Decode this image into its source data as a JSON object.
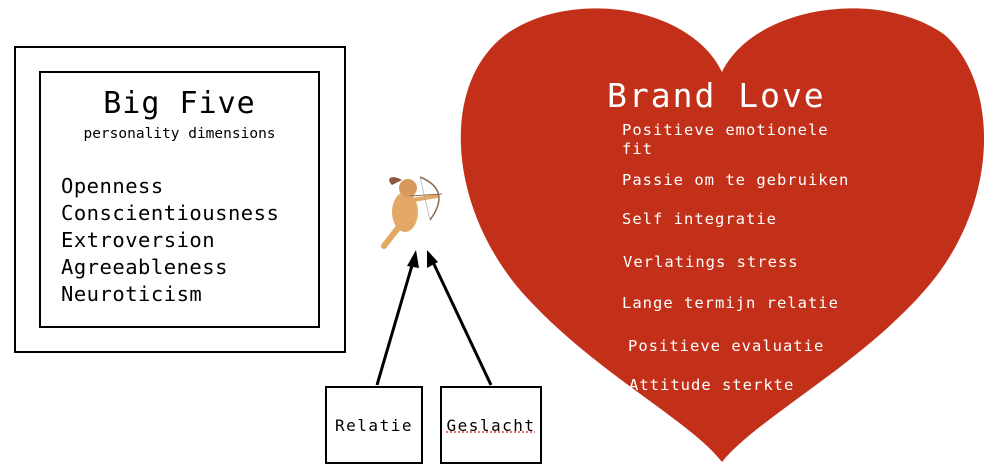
{
  "big_five": {
    "title": "Big Five",
    "subtitle": "personality dimensions",
    "items": [
      "Openness",
      "Conscientiousness",
      "Extroversion",
      "Agreeableness",
      "Neuroticism"
    ]
  },
  "moderators": {
    "relatie": "Relatie",
    "geslacht": "Geslacht"
  },
  "brand_love": {
    "title": "Brand Love",
    "color": "#c3301a",
    "items": [
      "Positieve emotionele fit",
      "Passie om te gebruiken",
      "Self integratie",
      "Verlatings stress",
      "Lange termijn relatie",
      "Positieve evaluatie",
      "Attitude sterkte"
    ]
  },
  "icons": {
    "cupid": "cupid-icon"
  }
}
